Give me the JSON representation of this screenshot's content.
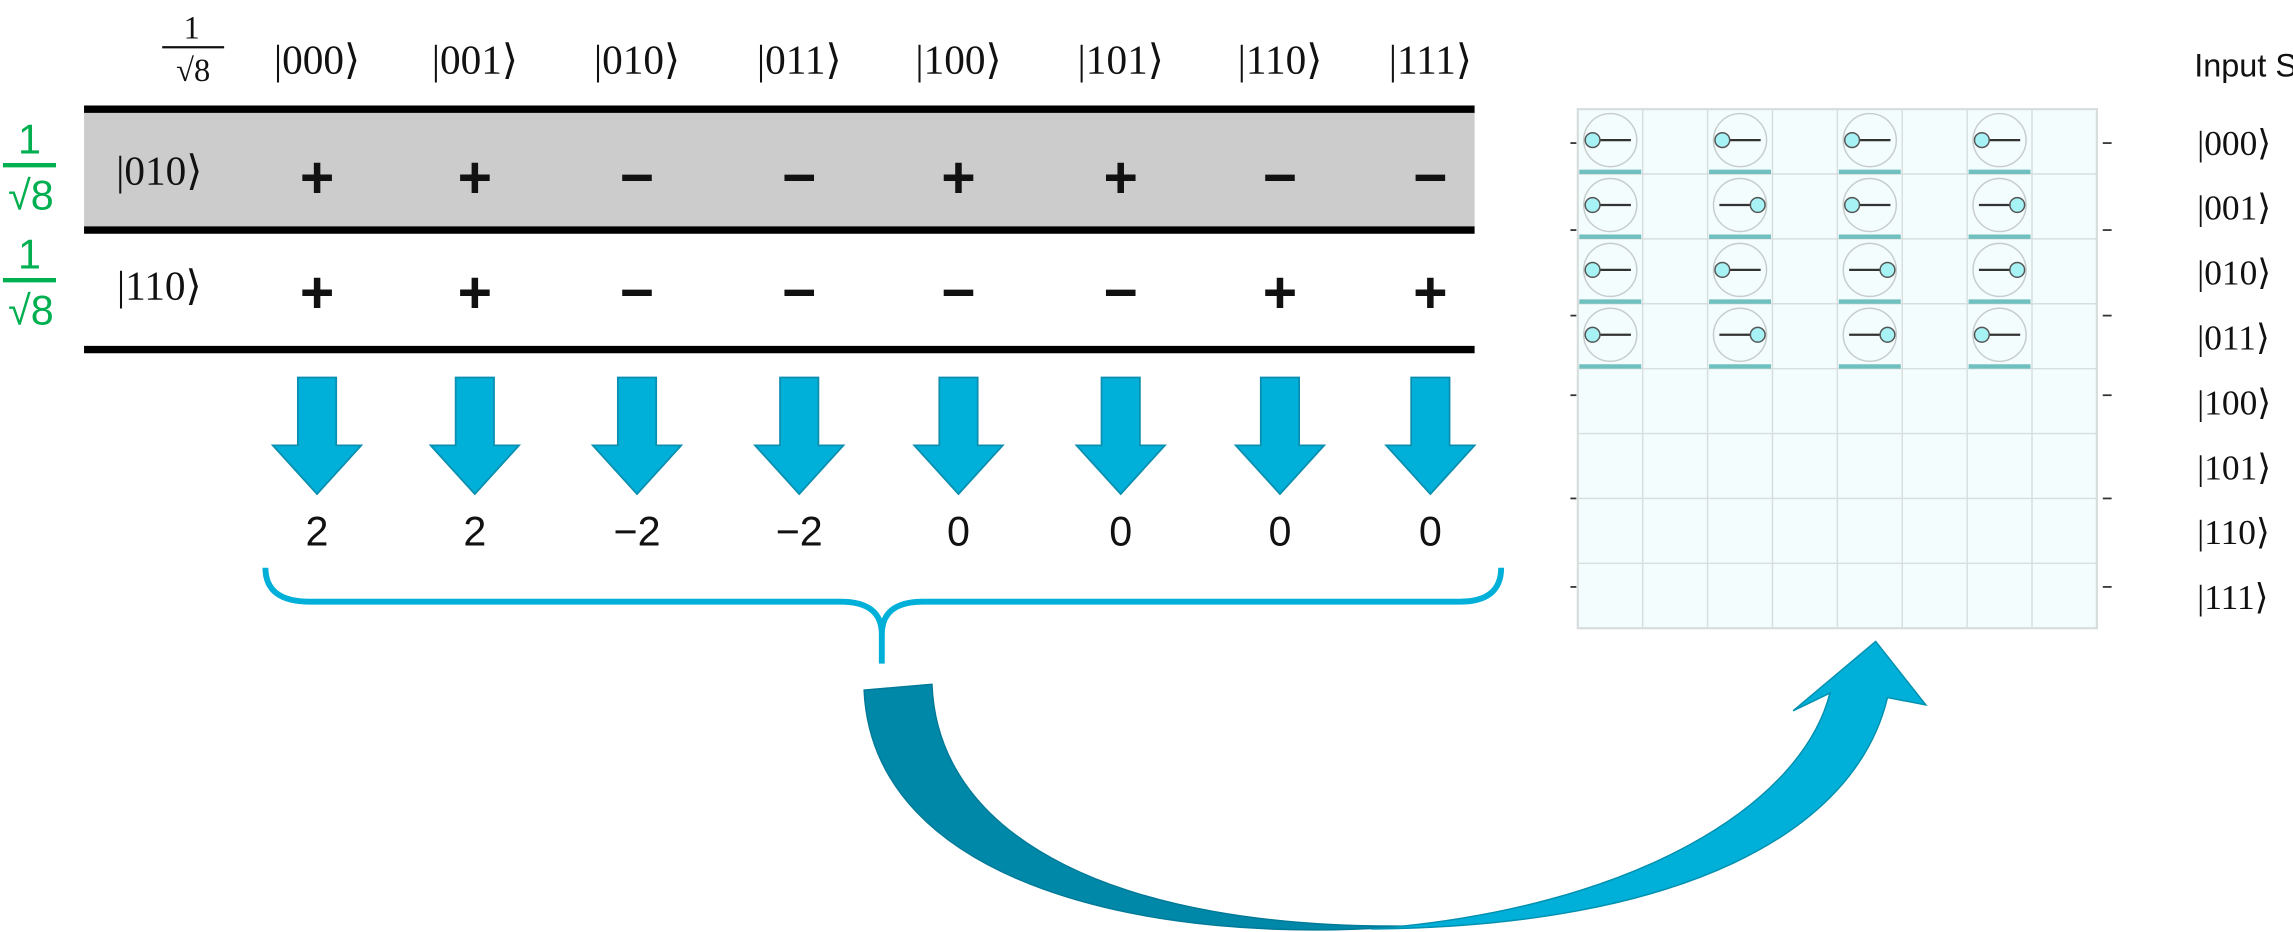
{
  "header": {
    "normalization": {
      "numerator": "1",
      "denominator": "√8"
    },
    "basis_states": [
      "|000⟩",
      "|001⟩",
      "|010⟩",
      "|011⟩",
      "|100⟩",
      "|101⟩",
      "|110⟩",
      "|111⟩"
    ]
  },
  "rows": [
    {
      "coefficient": {
        "numerator": "1",
        "denominator": "√8"
      },
      "state": "|010⟩",
      "highlighted": true,
      "signs": [
        "+",
        "+",
        "−",
        "−",
        "+",
        "+",
        "−",
        "−"
      ]
    },
    {
      "coefficient": {
        "numerator": "1",
        "denominator": "√8"
      },
      "state": "|110⟩",
      "highlighted": false,
      "signs": [
        "+",
        "+",
        "−",
        "−",
        "−",
        "−",
        "+",
        "+"
      ]
    }
  ],
  "sums": [
    "2",
    "2",
    "−2",
    "−2",
    "0",
    "0",
    "0",
    "0"
  ],
  "grid": {
    "title": "Input State",
    "row_labels": [
      "|000⟩",
      "|001⟩",
      "|010⟩",
      "|011⟩",
      "|100⟩",
      "|101⟩",
      "|110⟩",
      "|111⟩"
    ],
    "phase_columns": [
      0,
      2,
      4,
      6
    ],
    "phases": [
      [
        "+",
        "+",
        "+",
        "+"
      ],
      [
        "+",
        "−",
        "+",
        "−"
      ],
      [
        "+",
        "+",
        "−",
        "−"
      ],
      [
        "+",
        "−",
        "−",
        "+"
      ]
    ]
  },
  "colors": {
    "coefficient": "#00B050",
    "arrow": "#00B0D8",
    "arrow_dark": "#0088A8",
    "brace": "#00B0D8",
    "highlight": "#CCCCCC",
    "grid_bg": "#F3FDFD",
    "grid_line": "#D8DEDE",
    "amplitude_fill": "#A6F2F5",
    "amplitude_bar": "#6FC0BE"
  }
}
